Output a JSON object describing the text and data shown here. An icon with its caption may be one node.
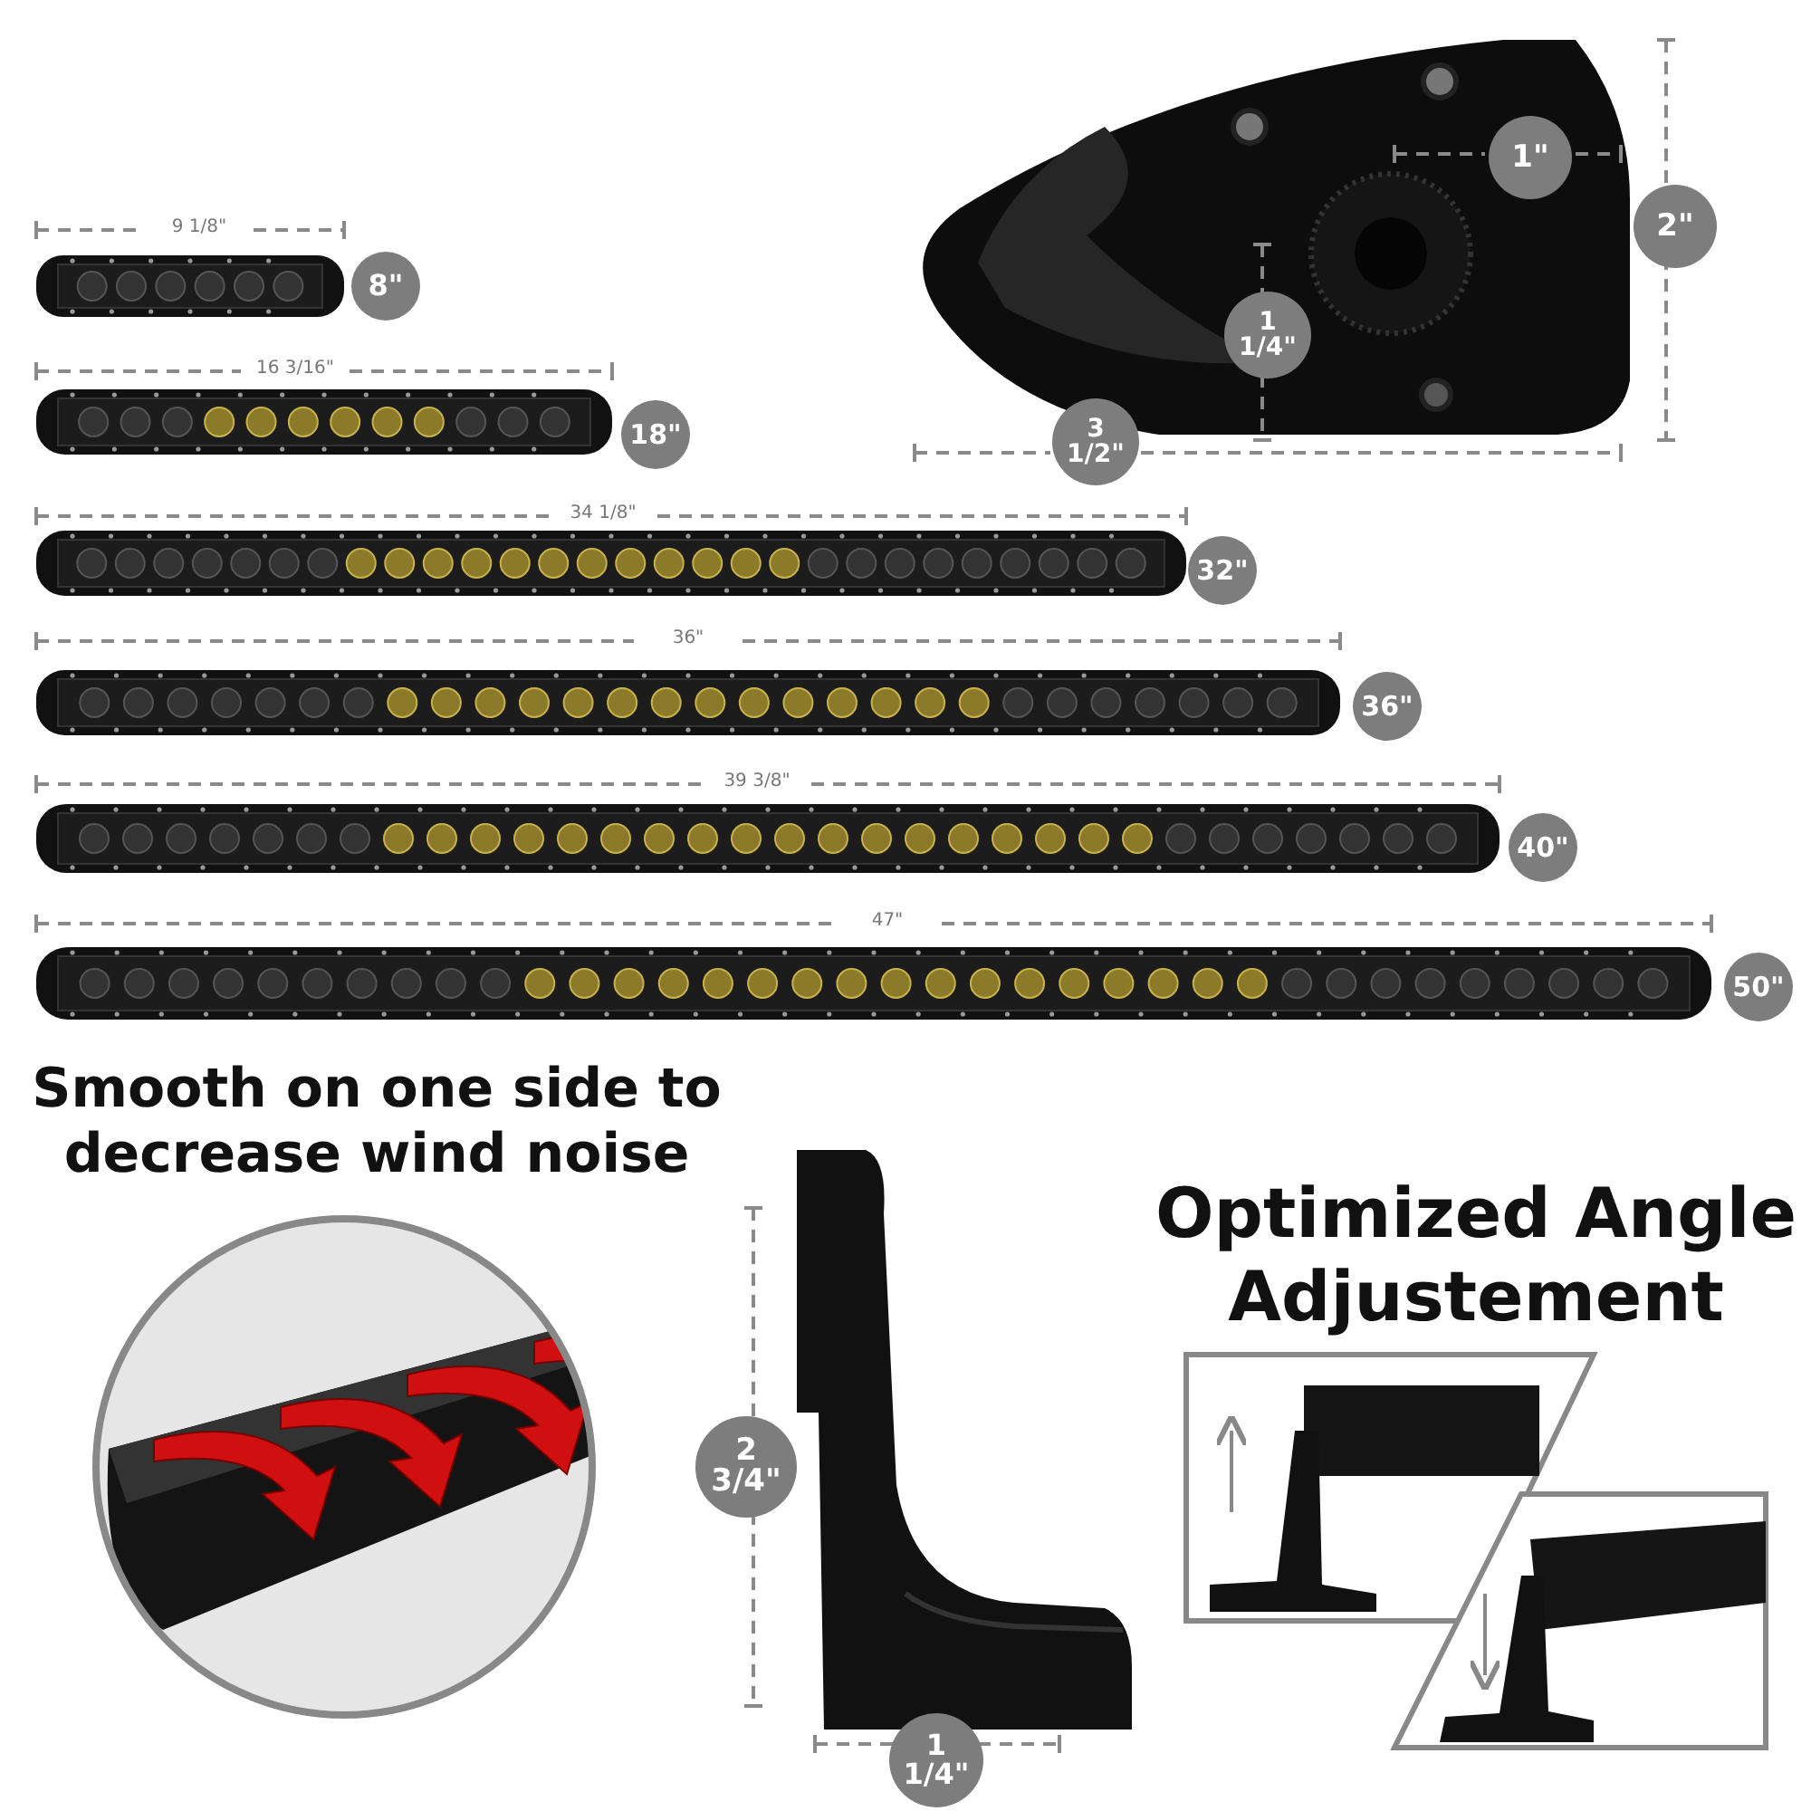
{
  "diagram": {
    "nodes": [
      {
        "text": [
          "1\""
        ]
      },
      {
        "text": [
          "2\""
        ]
      },
      {
        "text": [
          "8\""
        ]
      },
      {
        "text": [
          "1 1/4\""
        ]
      },
      {
        "text": [
          "3 1/2\""
        ]
      },
      {
        "text": [
          "18\""
        ]
      },
      {
        "text": [
          "32\""
        ]
      },
      {
        "text": [
          "36\""
        ]
      },
      {
        "text": [
          "40\""
        ]
      },
      {
        "text": [
          "50\""
        ]
      },
      {
        "text": [
          "2 3/4\""
        ]
      },
      {
        "text": [
          "1 1/4\""
        ]
      }
    ],
    "labels": [
      "9 1/8\"",
      "16 3/16\"",
      "34 1/8\"",
      "36\"",
      "39 3/8\"",
      "47\"",
      "Smooth on one side to decrease wind noise",
      "Optimized Angle Adjustement"
    ]
  }
}
